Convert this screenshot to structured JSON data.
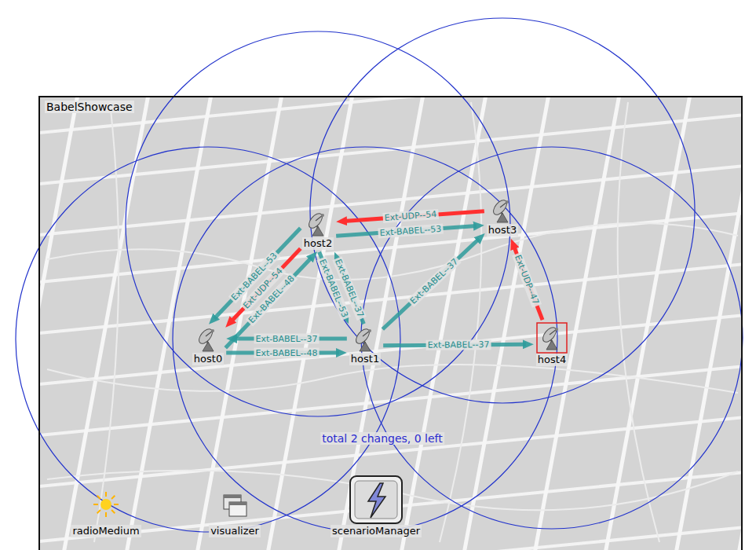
{
  "diagram": {
    "nodes": [
      {
        "text": [
          "BabelShowcase"
        ]
      },
      {
        "text": [
          "host0"
        ],
        "in": 0
      },
      {
        "text": [
          "host1"
        ],
        "in": 0
      },
      {
        "text": [
          "host2"
        ],
        "in": 0
      },
      {
        "text": [
          "host3"
        ],
        "in": 0
      },
      {
        "text": [
          "host4"
        ],
        "in": 0
      },
      {
        "text": [
          "radioMedium"
        ],
        "in": 0
      },
      {
        "text": [
          "visualizer"
        ],
        "in": 0
      },
      {
        "text": [
          "scenarioManager"
        ],
        "in": 0
      }
    ],
    "edges": [
      {
        "from": 4,
        "to": 3,
        "arrow": "to",
        "label": "Ext-UDP--54"
      },
      {
        "from": 3,
        "to": 4,
        "arrow": "to",
        "label": "Ext-BABEL--53"
      },
      {
        "from": 5,
        "to": 4,
        "arrow": "to",
        "label": "Ext-UDP--47"
      },
      {
        "from": 3,
        "to": 1,
        "arrow": "to",
        "label": "Ext-BABEL--53"
      },
      {
        "from": 3,
        "to": 1,
        "arrow": "to",
        "label": "Ext-UDP--54"
      },
      {
        "from": 1,
        "to": 3,
        "arrow": "to",
        "label": "Ext-BABEL--48"
      },
      {
        "from": 2,
        "to": 1,
        "arrow": "to",
        "label": "Ext-BABEL--37"
      },
      {
        "from": 1,
        "to": 2,
        "arrow": "to",
        "label": "Ext-BABEL--48"
      },
      {
        "from": 3,
        "to": 2,
        "arrow": "to",
        "label": "Ext-BABEL--53"
      },
      {
        "from": 2,
        "to": 3,
        "arrow": "to",
        "label": "Ext-BABEL--37"
      },
      {
        "from": 2,
        "to": 4,
        "arrow": "to",
        "label": "Ext-BABEL--37"
      },
      {
        "from": 2,
        "to": 5,
        "arrow": "to",
        "label": "Ext-BABEL--37"
      }
    ],
    "labels": [
      "total 2 changes, 0 left"
    ]
  }
}
